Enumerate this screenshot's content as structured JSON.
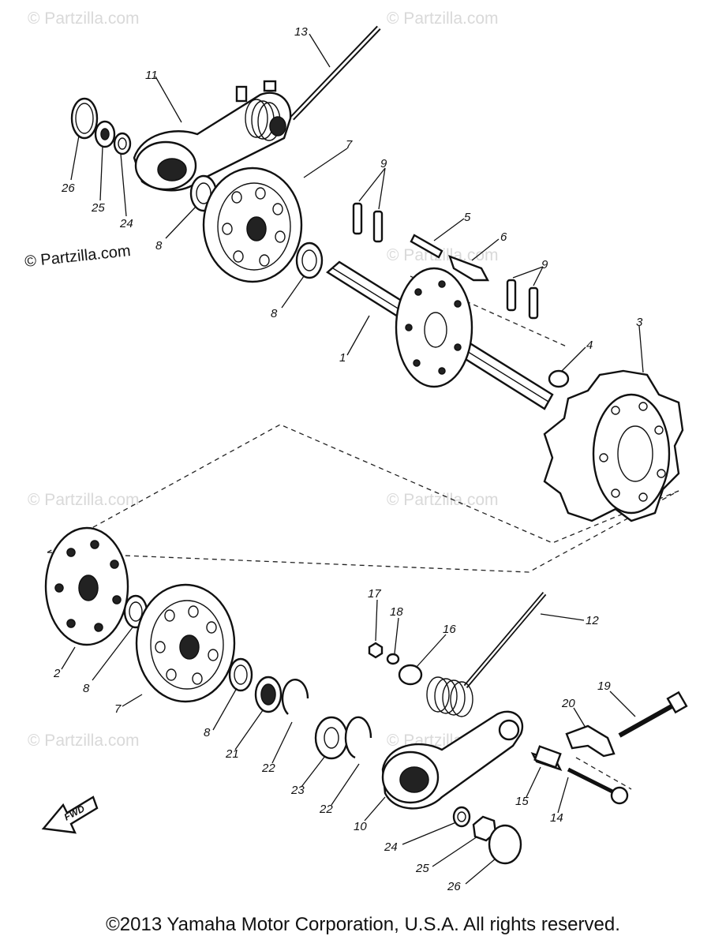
{
  "watermarks": [
    "© Partzilla.com",
    "© Partzilla.com",
    "© Partzilla.com",
    "© Partzilla.com",
    "© Partzilla.com",
    "© Partzilla.com",
    "© Partzilla.com"
  ],
  "watermark_strong": "© Partzilla.com",
  "footer": {
    "copyright": "©2013 Yamaha Motor Corporation, U.S.A. All rights reserved."
  },
  "arrow_label": "FWD",
  "callouts": [
    "13",
    "11",
    "26",
    "25",
    "24",
    "8",
    "7",
    "9",
    "5",
    "6",
    "8",
    "9",
    "4",
    "3",
    "1",
    "2",
    "8",
    "7",
    "8",
    "21",
    "22",
    "23",
    "22",
    "10",
    "17",
    "18",
    "16",
    "12",
    "20",
    "19",
    "15",
    "14",
    "24",
    "25",
    "26"
  ]
}
